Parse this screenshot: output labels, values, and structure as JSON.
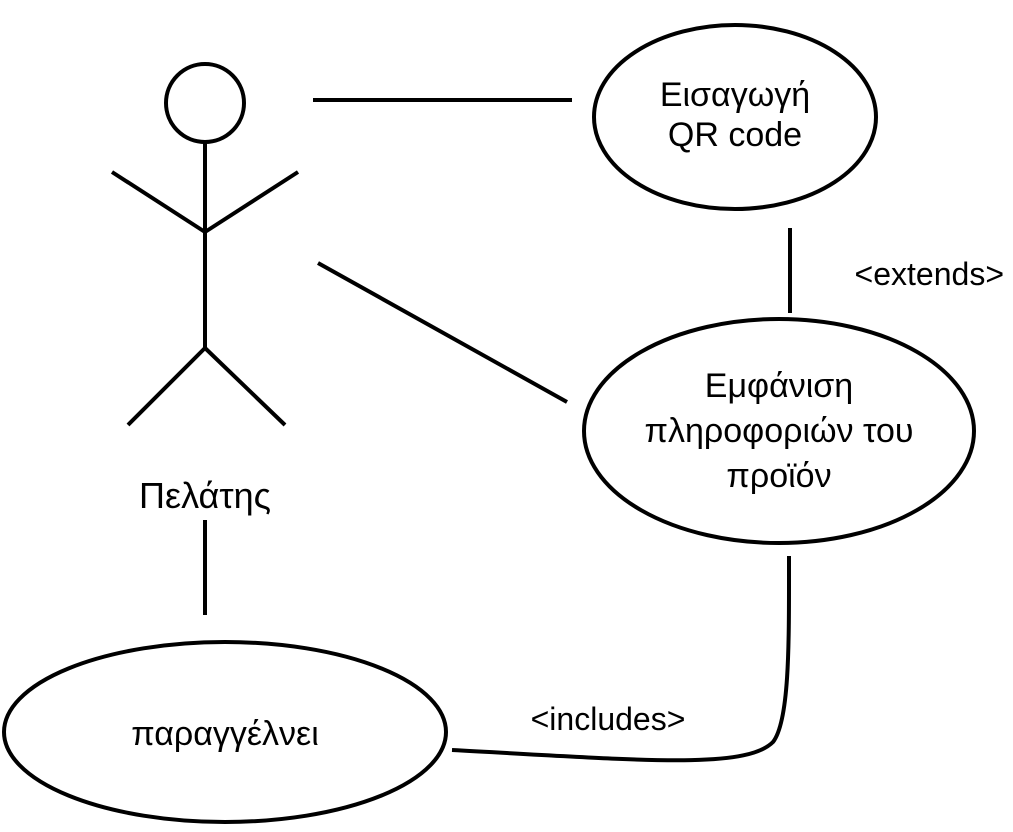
{
  "actor": {
    "label": "Πελάτης"
  },
  "use_cases": {
    "qr": {
      "lines": [
        "Εισαγωγή",
        "QR code"
      ]
    },
    "info": {
      "lines": [
        "Εμφάνιση",
        "πληροφοριών του",
        "προϊόν"
      ]
    },
    "order": {
      "lines": [
        "παραγγέλνει"
      ]
    }
  },
  "relations": {
    "extends": "<extends>",
    "includes": "<includes>"
  }
}
